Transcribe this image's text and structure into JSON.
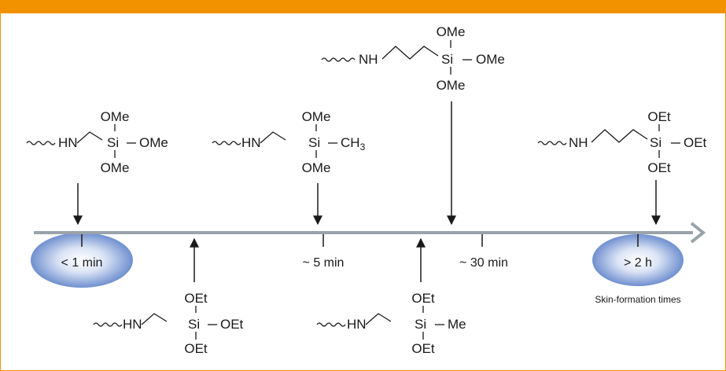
{
  "header": {
    "title": ""
  },
  "colors": {
    "accent": "#f39200",
    "axis": "#9aa3aa",
    "highlight": "#6f8fcf"
  },
  "times": {
    "t1": "< 1 min",
    "t2": "~ 5 min",
    "t3": "~ 30 min",
    "t4": "> 2 h"
  },
  "caption": "Skin-formation times",
  "molecules": {
    "m1": {
      "amine": "HN",
      "si": "Si",
      "top": "OMe",
      "right": "OMe",
      "bottom": "OMe"
    },
    "m2": {
      "amine": "HN",
      "si": "Si",
      "top": "OMe",
      "right": "CH",
      "right_sub": "3",
      "bottom": "OMe"
    },
    "m3": {
      "amine": "NH",
      "si": "Si",
      "top": "OMe",
      "right": "OMe",
      "bottom": "OMe"
    },
    "m4": {
      "amine": "NH",
      "si": "Si",
      "top": "OEt",
      "right": "OEt",
      "bottom": "OEt"
    },
    "m5": {
      "amine": "HN",
      "si": "Si",
      "top": "OEt",
      "right": "OEt",
      "bottom": "OEt"
    },
    "m6": {
      "amine": "HN",
      "si": "Si",
      "top": "OEt",
      "right": "Me",
      "bottom": "OEt"
    }
  }
}
